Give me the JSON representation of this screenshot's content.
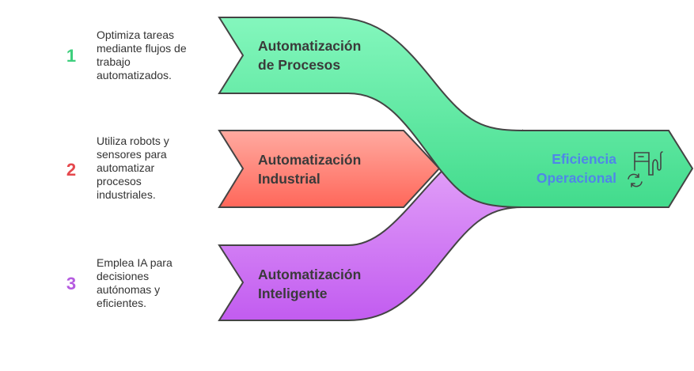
{
  "items": [
    {
      "number": "1",
      "description": "Optimiza tareas mediante flujos de trabajo automatizados.",
      "title_line1": "Automatización",
      "title_line2": "de Procesos",
      "color": "#3ecf7d"
    },
    {
      "number": "2",
      "description": "Utiliza robots y sensores para automatizar procesos industriales.",
      "title_line1": "Automatización",
      "title_line2": "Industrial",
      "color": "#e5484d"
    },
    {
      "number": "3",
      "description": "Emplea IA para decisiones autónomas y eficientes.",
      "title_line1": "Automatización",
      "title_line2": "Inteligente",
      "color": "#b55be0"
    }
  ],
  "outcome": {
    "line1": "Eficiencia",
    "line2": "Operacional",
    "icon": "fuel-pump-refresh-icon",
    "color": "#4f86e8"
  }
}
